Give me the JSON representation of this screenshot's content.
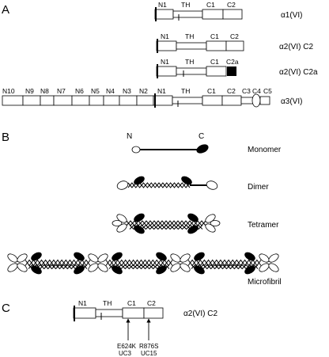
{
  "panels": {
    "a": "A",
    "b": "B",
    "c": "C"
  },
  "panel_a": {
    "rows": [
      {
        "label": "α1(VI)",
        "domains": [
          "N1",
          "TH",
          "C1",
          "C2"
        ]
      },
      {
        "label": "α2(VI)  C2",
        "domains": [
          "N1",
          "TH",
          "C1",
          "C2"
        ]
      },
      {
        "label": "α2(VI)  C2a",
        "domains": [
          "N1",
          "TH",
          "C1",
          "C2a"
        ]
      },
      {
        "label": "α3(VI)",
        "domains": [
          "N10",
          "N9",
          "N8",
          "N7",
          "N6",
          "N5",
          "N4",
          "N3",
          "N2",
          "N1",
          "TH",
          "C1",
          "C2",
          "C3",
          "C4",
          "C5"
        ]
      }
    ]
  },
  "panel_b": {
    "monomer_n": "N",
    "monomer_c": "C",
    "labels": {
      "monomer": "Monomer",
      "dimer": "Dimer",
      "tetramer": "Tetramer",
      "microfibril": "Microfibril"
    }
  },
  "panel_c": {
    "label": "α2(VI)  C2",
    "domains": [
      "N1",
      "TH",
      "C1",
      "C2"
    ],
    "mutations": [
      {
        "change": "E624K",
        "patient": "UC3"
      },
      {
        "change": "R876S",
        "patient": "UC15"
      }
    ]
  }
}
